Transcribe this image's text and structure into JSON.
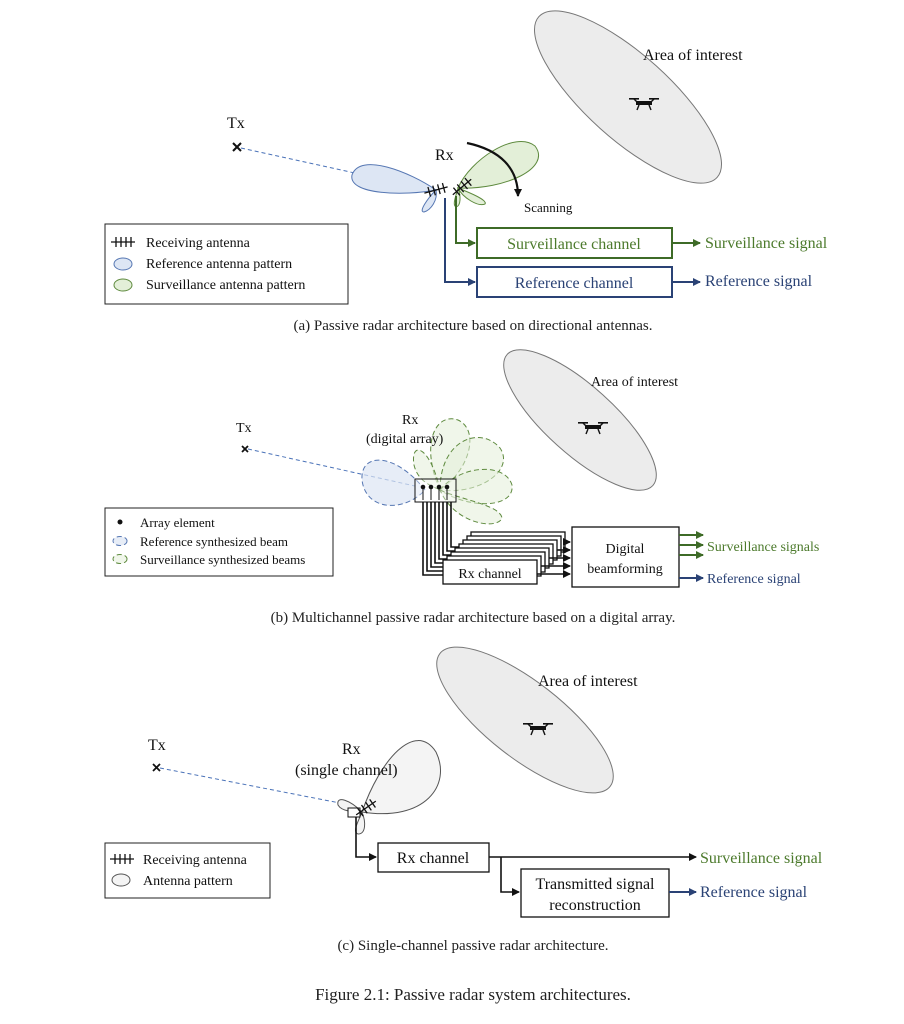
{
  "figure_caption": "Figure 2.1: Passive radar system architectures.",
  "panel_a": {
    "caption": "(a) Passive radar architecture based on directional antennas.",
    "area_label": "Area of interest",
    "tx_label": "Tx",
    "rx_label": "Rx",
    "scanning_label": "Scanning",
    "surveillance_channel": "Surveillance channel",
    "reference_channel": "Reference channel",
    "surveillance_signal": "Surveillance signal",
    "reference_signal": "Reference signal",
    "legend": [
      "Receiving antenna",
      "Reference antenna pattern",
      "Surveillance antenna pattern"
    ]
  },
  "panel_b": {
    "caption": "(b) Multichannel passive radar architecture based on a digital array.",
    "area_label": "Area of interest",
    "tx_label": "Tx",
    "rx_label": "Rx",
    "rx_sublabel": "(digital array)",
    "rx_channel": "Rx channel",
    "beamforming_line1": "Digital",
    "beamforming_line2": "beamforming",
    "surveillance_signals": "Surveillance signals",
    "reference_signal": "Reference signal",
    "legend": [
      "Array element",
      "Reference synthesized beam",
      "Surveillance synthesized beams"
    ]
  },
  "panel_c": {
    "caption": "(c) Single-channel passive radar architecture.",
    "area_label": "Area of interest",
    "tx_label": "Tx",
    "rx_label": "Rx",
    "rx_sublabel": "(single channel)",
    "rx_channel": "Rx channel",
    "reconstruction_line1": "Transmitted signal",
    "reconstruction_line2": "reconstruction",
    "surveillance_signal": "Surveillance signal",
    "reference_signal": "Reference signal",
    "legend": [
      "Receiving antenna",
      "Antenna pattern"
    ]
  },
  "colors": {
    "surveillance": "#4c7a2c",
    "reference": "#2a4275",
    "area_fill": "#ececec"
  }
}
